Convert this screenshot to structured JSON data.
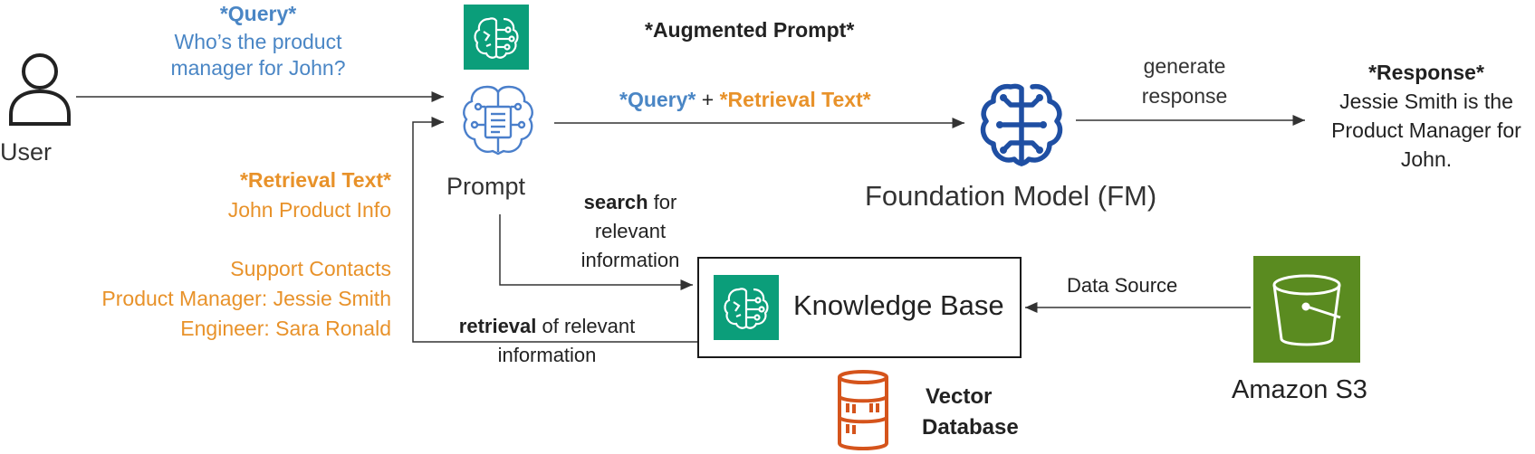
{
  "user": {
    "label": "User"
  },
  "query": {
    "title": "*Query*",
    "line1": "Who’s the product",
    "line2": "manager for John?"
  },
  "prompt": {
    "label": "Prompt"
  },
  "augmented_prompt": {
    "title": "*Augmented Prompt*",
    "query_part": "*Query*",
    "plus": " + ",
    "retrieval_part": "*Retrieval Text*"
  },
  "generate": {
    "line1": "generate",
    "line2": "response"
  },
  "foundation_model": {
    "label": "Foundation Model (FM)"
  },
  "response": {
    "title": "*Response*",
    "line1": "Jessie Smith is the",
    "line2": "Product Manager for",
    "line3": "John."
  },
  "retrieval_text": {
    "title": "*Retrieval Text*",
    "line1": "John Product Info",
    "line2": "Support Contacts",
    "line3": "Product Manager: Jessie Smith",
    "line4": "Engineer: Sara Ronald"
  },
  "search": {
    "bold": "search",
    "rest": " for",
    "line2": "relevant",
    "line3": "information"
  },
  "retrieval": {
    "bold": "retrieval",
    "rest": " of relevant",
    "line2": "information"
  },
  "knowledge_base": {
    "label": "Knowledge Base"
  },
  "data_source": {
    "label": "Data Source"
  },
  "s3": {
    "label": "Amazon S3"
  },
  "vector_db": {
    "line1": "Vector",
    "line2": "Database"
  },
  "colors": {
    "query_blue": "#4a86c5",
    "retrieval_orange": "#e8922a",
    "bedrock_green": "#0b9e7a",
    "fm_blue": "#1f4fa3",
    "s3_green": "#5a8b20",
    "db_orange": "#d5541c"
  }
}
